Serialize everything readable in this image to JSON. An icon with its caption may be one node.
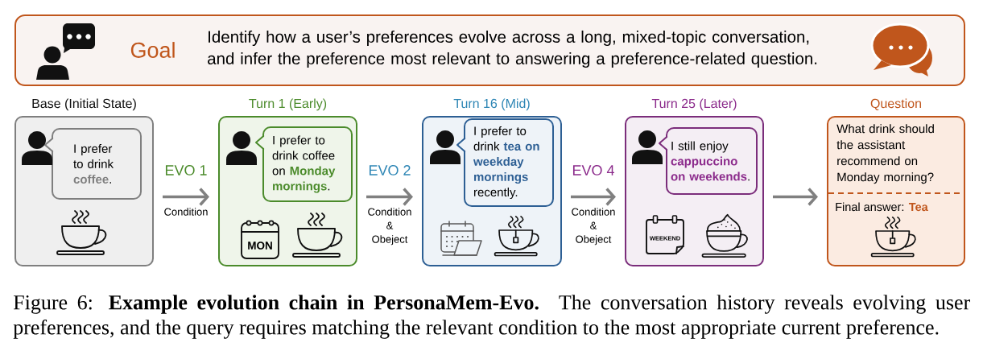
{
  "diagram": {
    "nodes": [
      {
        "text": [
          "Goal",
          "Identify how a user’s preferences evolve across a long, mixed-topic conversation, and infer the preference most relevant to answering a preference-related question."
        ]
      },
      {
        "text": [
          "Base (Initial State)"
        ]
      },
      {
        "text": [
          "I prefer to drink **coffee**."
        ],
        "in": 1
      },
      {
        "text": [
          "Turn 1 (Early)"
        ]
      },
      {
        "text": [
          "I prefer to drink coffee on **Monday mornings**."
        ],
        "in": 3
      },
      {
        "text": [
          "Turn 16 (Mid)"
        ]
      },
      {
        "text": [
          "I prefer to drink **tea on weekday mornings** recently."
        ],
        "in": 5
      },
      {
        "text": [
          "Turn 25 (Later)"
        ]
      },
      {
        "text": [
          "I still enjoy **cappuccino on weekends**."
        ],
        "in": 7
      },
      {
        "text": [
          "Question",
          "What drink should the assistant recommend on Monday morning?",
          "Final answer: **Tea**"
        ]
      }
    ],
    "edges": [
      {
        "from": 1,
        "to": 3,
        "arrow": "to",
        "label": "EVO 1"
      },
      {
        "from": 3,
        "to": 5,
        "arrow": "to",
        "label": "EVO 2"
      },
      {
        "from": 5,
        "to": 7,
        "arrow": "to",
        "label": "EVO 4"
      },
      {
        "from": 7,
        "to": 9,
        "arrow": "to"
      }
    ],
    "labels": [
      "Condition",
      "MON",
      "Condition & Obeject",
      "Condition & Obeject",
      "WEEKEND"
    ],
    "caption": "Figure 6: **Example evolution chain in PersonaMem-Evo.** The conversation history reveals evolving user preferences, and the query requires matching the relevant condition to the most appropriate current preference."
  }
}
